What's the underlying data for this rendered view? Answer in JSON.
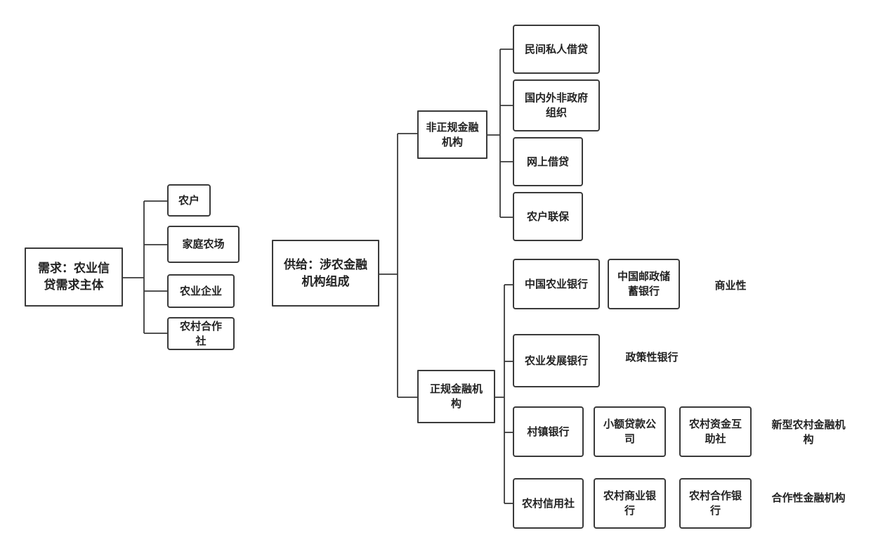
{
  "demand": {
    "root": "需求：农业信\n贷需求主体",
    "children": [
      "农户",
      "家庭农场",
      "农业企业",
      "农村合作\n社"
    ]
  },
  "supply": {
    "root": "供给：涉农金融\n机构组成",
    "informal": {
      "label": "非正规金融\n机构",
      "children": [
        "民间私人借贷",
        "国内外非政府\n组织",
        "网上借贷",
        "农户联保"
      ]
    },
    "formal": {
      "label": "正规金融机\n构",
      "rows": [
        {
          "items": [
            "中国农业银行",
            "中国邮政储\n蓄银行"
          ],
          "category": "商业性"
        },
        {
          "items": [
            "农业发展银行"
          ],
          "category": "政策性银行"
        },
        {
          "items": [
            "村镇银行",
            "小额贷款公\n司",
            "农村资金互\n助社"
          ],
          "category": "新型农村金融机\n构"
        },
        {
          "items": [
            "农村信用社",
            "农村商业银\n行",
            "农村合作银\n行"
          ],
          "category": "合作性金融机构"
        }
      ]
    }
  }
}
